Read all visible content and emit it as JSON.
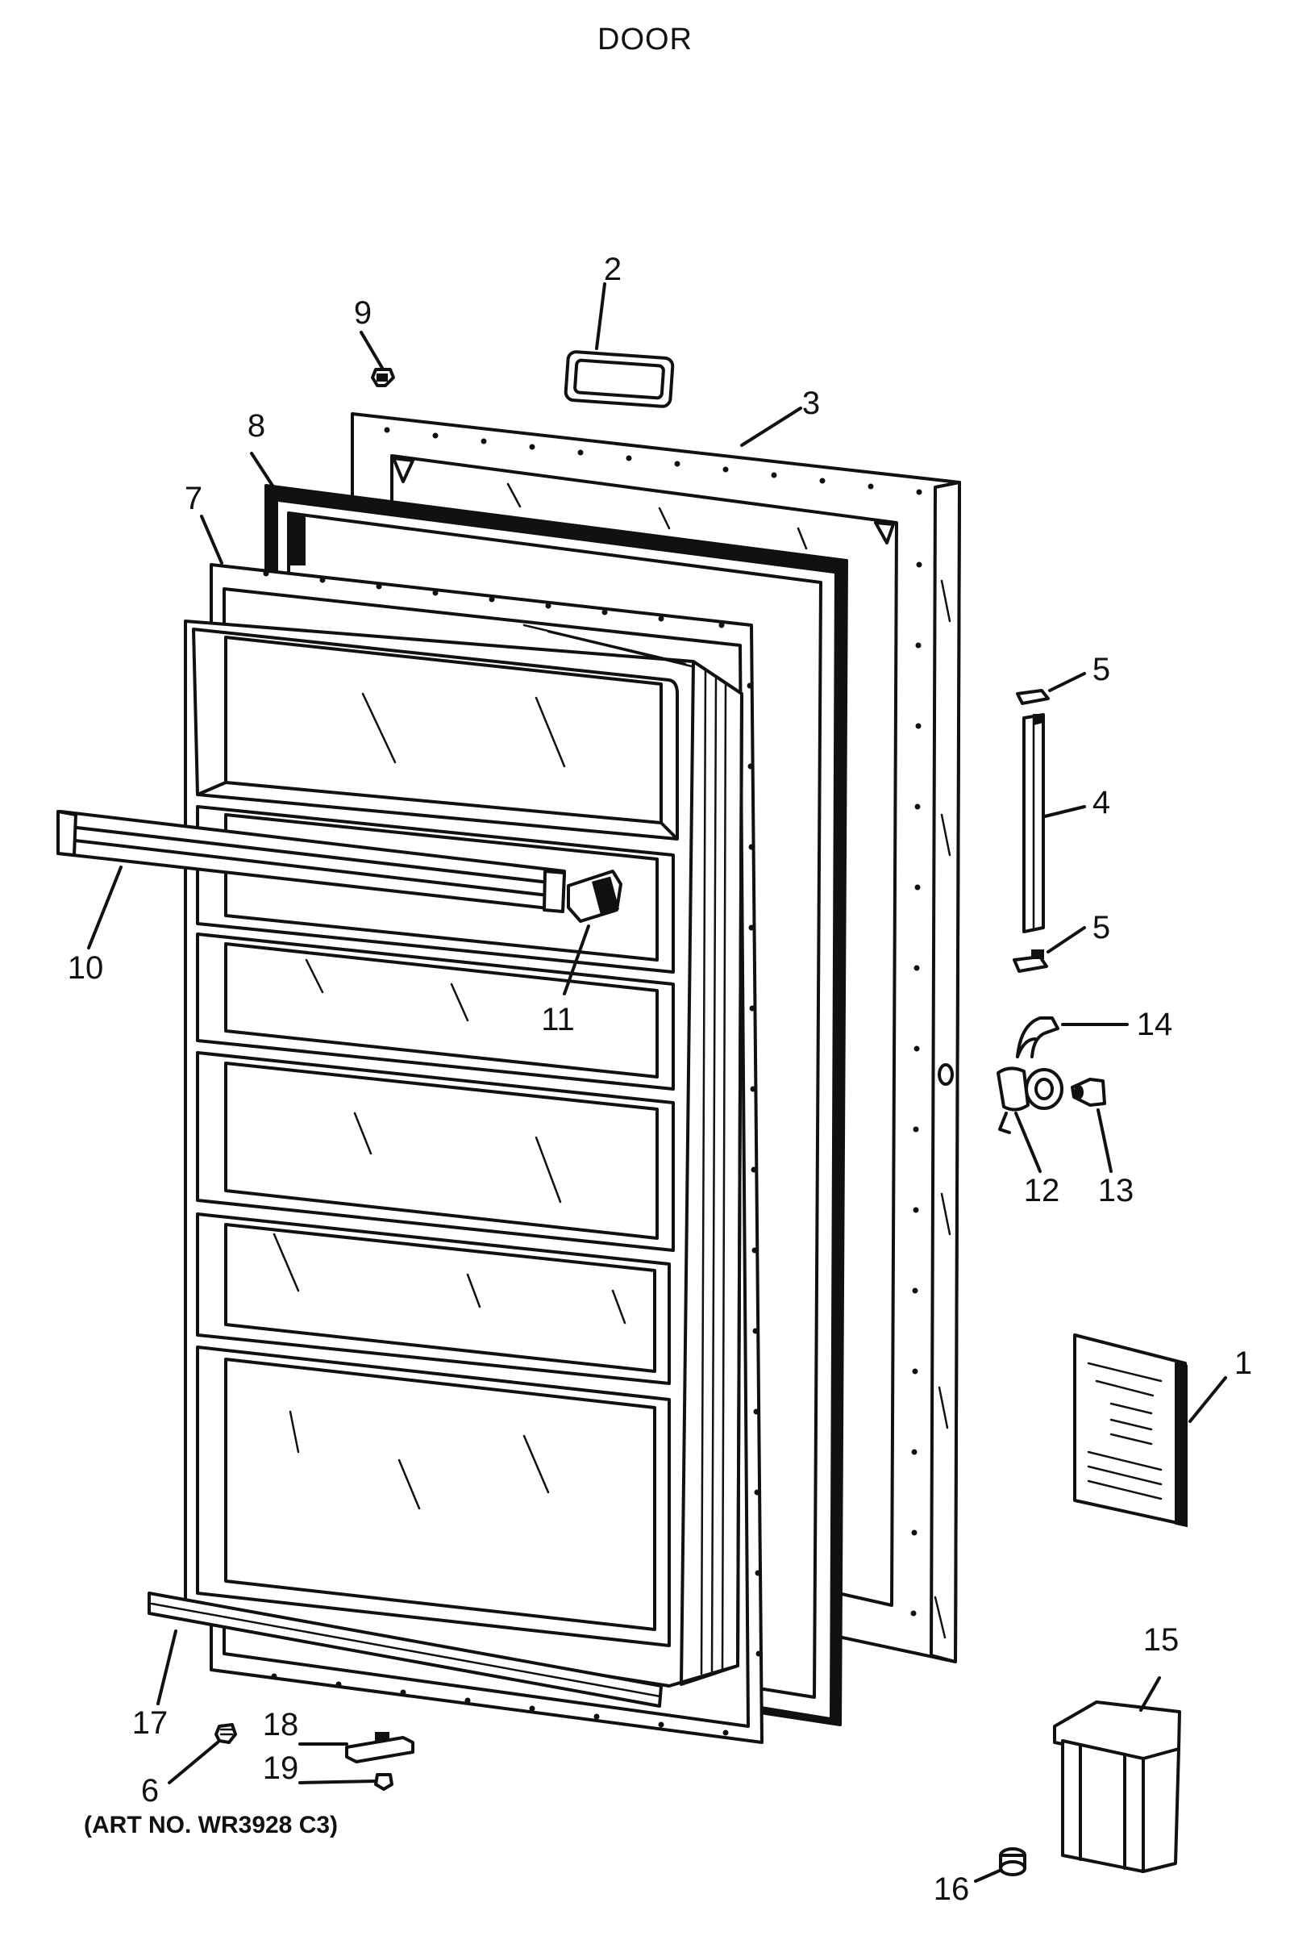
{
  "title": "DOOR",
  "art_number": "(ART NO. WR3928 C3)",
  "callouts": [
    {
      "id": "1",
      "label": "1"
    },
    {
      "id": "2",
      "label": "2"
    },
    {
      "id": "3",
      "label": "3"
    },
    {
      "id": "4",
      "label": "4"
    },
    {
      "id": "5a",
      "label": "5"
    },
    {
      "id": "5b",
      "label": "5"
    },
    {
      "id": "6",
      "label": "6"
    },
    {
      "id": "7",
      "label": "7"
    },
    {
      "id": "8",
      "label": "8"
    },
    {
      "id": "9",
      "label": "9"
    },
    {
      "id": "10",
      "label": "10"
    },
    {
      "id": "11",
      "label": "11"
    },
    {
      "id": "12",
      "label": "12"
    },
    {
      "id": "13",
      "label": "13"
    },
    {
      "id": "14",
      "label": "14"
    },
    {
      "id": "15",
      "label": "15"
    },
    {
      "id": "16",
      "label": "16"
    },
    {
      "id": "17",
      "label": "17"
    },
    {
      "id": "18",
      "label": "18"
    },
    {
      "id": "19",
      "label": "19"
    }
  ]
}
